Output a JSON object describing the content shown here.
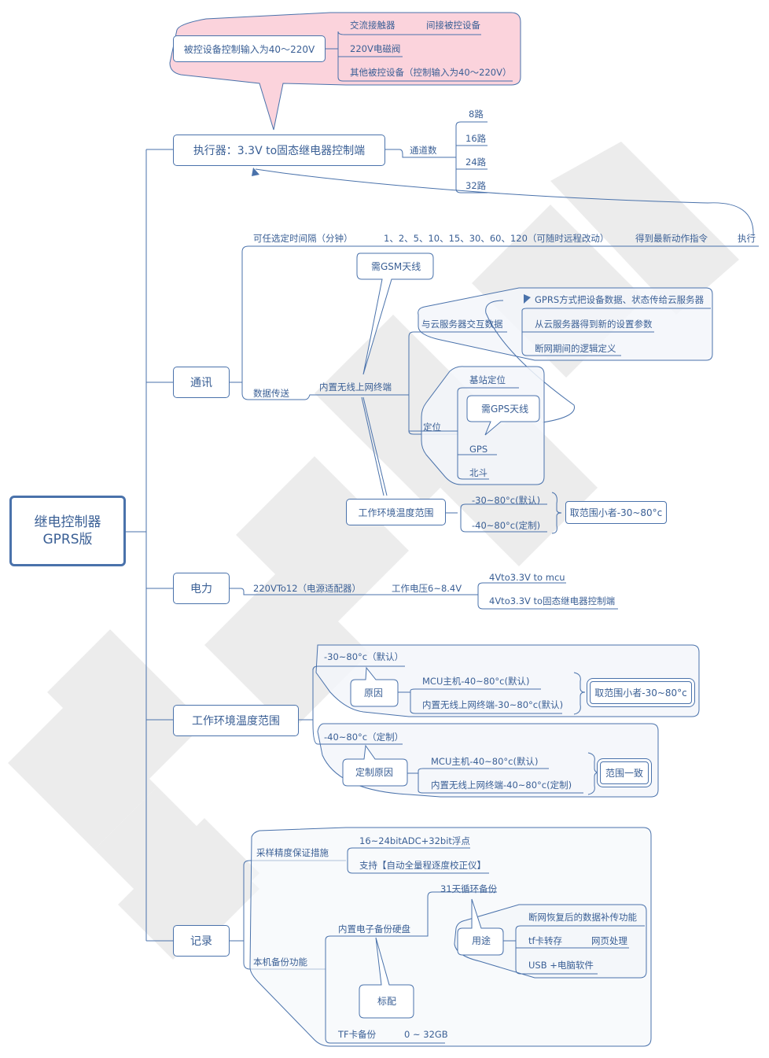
{
  "root": {
    "line1": "继电控制器",
    "line2": "GPRS版"
  },
  "colors": {
    "line": "#4a72ab",
    "text": "#3a5f95",
    "pink_fill": "#fbd3dc",
    "group_fill": "#f3f6fa",
    "watermark": "#e9e9e9"
  },
  "executor": {
    "title": "执行器：3.3V to固态继电器控制端",
    "callout": "被控设备控制输入为40～220V",
    "controlled_devices": [
      {
        "label": "交流接触器",
        "child": "间接被控设备"
      },
      {
        "label": "220V电磁阀"
      },
      {
        "label": "其他被控设备（控制输入为40～220V）"
      }
    ],
    "channels_label": "通道数",
    "channels": [
      "8路",
      "16路",
      "24路",
      "32路"
    ]
  },
  "comm": {
    "title": "通讯",
    "interval_label": "可任选定时间隔（分钟）",
    "interval_values": "1、2、5、10、15、30、60、120（可随时远程改动）",
    "get_latest": "得到最新动作指令",
    "execute": "执行",
    "data_transfer": "数据传送",
    "terminal": "内置无线上网终端",
    "gsm_callout": "需GSM天线",
    "cloud_label": "与云服务器交互数据",
    "cloud_items": [
      "GPRS方式把设备数据、状态传给云服务器",
      "从云服务器得到新的设置参数",
      "断网期间的逻辑定义"
    ],
    "positioning_label": "定位",
    "positioning_items": [
      "基站定位",
      "GPS",
      "北斗"
    ],
    "gps_callout": "需GPS天线",
    "temp_box": "工作环境温度范围",
    "temp_items": [
      "-30~80°c(默认)",
      "-40~80°c(定制)"
    ],
    "temp_result": "取范围小者-30~80°c"
  },
  "power": {
    "title": "电力",
    "adapter": "220VTo12（电源适配器）",
    "voltage": "工作电压6~8.4V",
    "outputs": [
      "4Vto3.3V to mcu",
      "4Vto3.3V to固态继电器控制端"
    ]
  },
  "temp": {
    "title": "工作环境温度范围",
    "default_label": "-30~80°c（默认）",
    "default_reason": "原因",
    "default_items": [
      "MCU主机-40~80°c(默认)",
      "内置无线上网终端-30~80°c(默认)"
    ],
    "default_result": "取范围小者-30~80°c",
    "custom_label": "-40~80°c（定制）",
    "custom_reason": "定制原因",
    "custom_items": [
      "MCU主机-40~80°c(默认)",
      "内置无线上网终端-40~80°c(定制)"
    ],
    "custom_result": "范围一致"
  },
  "record": {
    "title": "记录",
    "sampling_label": "采样精度保证措施",
    "sampling_items": [
      "16~24bitADC+32bit浮点",
      "支持【自动全量程逐度校正仪】"
    ],
    "backup_label": "本机备份功能",
    "disk_label": "内置电子备份硬盘",
    "disk_cycle": "31天循环备份",
    "disk_standard": "标配",
    "usage_label": "用途",
    "usage_items": [
      "断网恢复后的数据补传功能",
      "tf卡转存",
      "USB +电脑软件"
    ],
    "usage_tf_child": "网页处理",
    "tf_label": "TF卡备份",
    "tf_size": "0 ~ 32GB"
  }
}
